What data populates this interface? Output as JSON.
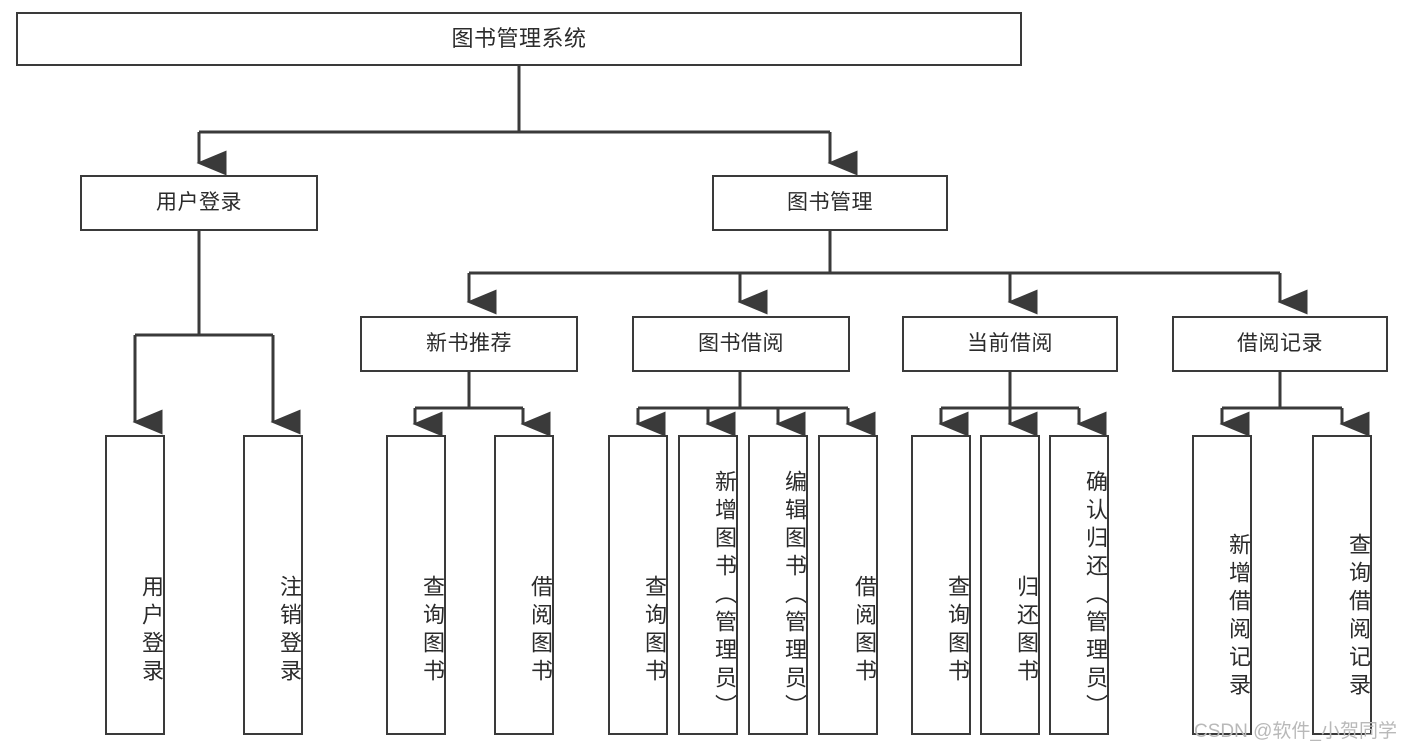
{
  "diagram": {
    "type": "tree-hierarchy",
    "title": "图书管理系统",
    "levels": 4,
    "root": {
      "label": "图书管理系统"
    },
    "level2": [
      {
        "id": "user-login",
        "label": "用户登录"
      },
      {
        "id": "book-manage",
        "label": "图书管理"
      }
    ],
    "level3": [
      {
        "id": "new-book-rec",
        "label": "新书推荐",
        "parent": "book-manage"
      },
      {
        "id": "book-borrow",
        "label": "图书借阅",
        "parent": "book-manage"
      },
      {
        "id": "current-borrow",
        "label": "当前借阅",
        "parent": "book-manage"
      },
      {
        "id": "borrow-record",
        "label": "借阅记录",
        "parent": "book-manage"
      }
    ],
    "leaves": [
      {
        "id": "leaf-user-login",
        "label": "用户登录",
        "parent": "user-login"
      },
      {
        "id": "leaf-logout",
        "label": "注销登录",
        "parent": "user-login"
      },
      {
        "id": "leaf-query-book-1",
        "label": "查询图书",
        "parent": "new-book-rec"
      },
      {
        "id": "leaf-borrow-book-1",
        "label": "借阅图书",
        "parent": "new-book-rec"
      },
      {
        "id": "leaf-query-book-2",
        "label": "查询图书",
        "parent": "book-borrow"
      },
      {
        "id": "leaf-add-book",
        "label": "新增图书（管理员）",
        "parent": "book-borrow"
      },
      {
        "id": "leaf-edit-book",
        "label": "编辑图书（管理员）",
        "parent": "book-borrow"
      },
      {
        "id": "leaf-borrow-book-2",
        "label": "借阅图书",
        "parent": "book-borrow"
      },
      {
        "id": "leaf-query-book-3",
        "label": "查询图书",
        "parent": "current-borrow"
      },
      {
        "id": "leaf-return-book",
        "label": "归还图书",
        "parent": "current-borrow"
      },
      {
        "id": "leaf-confirm-return",
        "label": "确认归还（管理员）",
        "parent": "current-borrow"
      },
      {
        "id": "leaf-add-record",
        "label": "新增借阅记录",
        "parent": "borrow-record"
      },
      {
        "id": "leaf-query-record",
        "label": "查询借阅记录",
        "parent": "borrow-record"
      }
    ],
    "colors": {
      "stroke": "#3a3a3a",
      "fill": "#ffffff",
      "text": "#2b2b2b",
      "watermark": "#b9b9b9"
    }
  },
  "watermark": {
    "text": "CSDN @软件_小贺同学"
  }
}
